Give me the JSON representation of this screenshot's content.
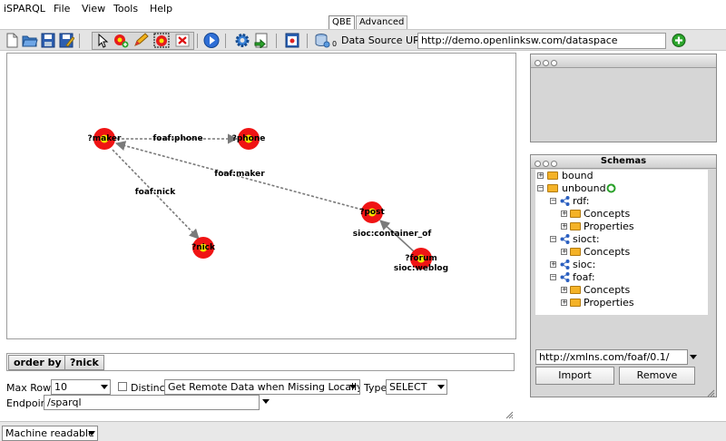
{
  "menu": {
    "app_name": "iSPARQL",
    "items": [
      "File",
      "View",
      "Tools",
      "Help"
    ]
  },
  "tabs": [
    "QBE",
    "Advanced"
  ],
  "toolbar": {
    "data_source_label": "Data Source URI",
    "data_source_value": "http://demo.openlinksw.com/dataspace",
    "data_source_count": "0"
  },
  "graph": {
    "nodes": [
      {
        "id": "maker",
        "label": "?maker"
      },
      {
        "id": "phone",
        "label": "?phone"
      },
      {
        "id": "nick",
        "label": "?nick"
      },
      {
        "id": "post",
        "label": "?post"
      },
      {
        "id": "forum",
        "label": "?forum",
        "sublabel": "sioc:weblog"
      }
    ],
    "edges": [
      {
        "from": "maker",
        "to": "phone",
        "label": "foaf:phone"
      },
      {
        "from": "maker",
        "to": "nick",
        "label": "foaf:nick"
      },
      {
        "from": "post",
        "to": "maker",
        "label": "foaf:maker"
      },
      {
        "from": "forum",
        "to": "post",
        "label": "sioc:container_of"
      }
    ]
  },
  "schemas": {
    "title": "Schemas",
    "tree": [
      {
        "label": "bound"
      },
      {
        "label": "unbound"
      },
      {
        "label": "rdf:"
      },
      {
        "label": "Concepts"
      },
      {
        "label": "Properties"
      },
      {
        "label": "sioct:"
      },
      {
        "label": "Concepts"
      },
      {
        "label": "sioc:"
      },
      {
        "label": "foaf:"
      },
      {
        "label": "Concepts"
      },
      {
        "label": "Properties"
      }
    ],
    "uri_value": "http://xmlns.com/foaf/0.1/",
    "import_label": "Import",
    "remove_label": "Remove"
  },
  "order": {
    "label": "order by",
    "variable": "?nick"
  },
  "options": {
    "max_rows_label": "Max Rows",
    "max_rows_value": "10",
    "distinct_label": "Distinct",
    "remote_value": "Get Remote Data when Missing Locally",
    "type_label": "Type",
    "type_value": "SELECT",
    "endpoint_label": "Endpoint",
    "endpoint_value": "/sparql"
  },
  "output_format": "Machine readable"
}
